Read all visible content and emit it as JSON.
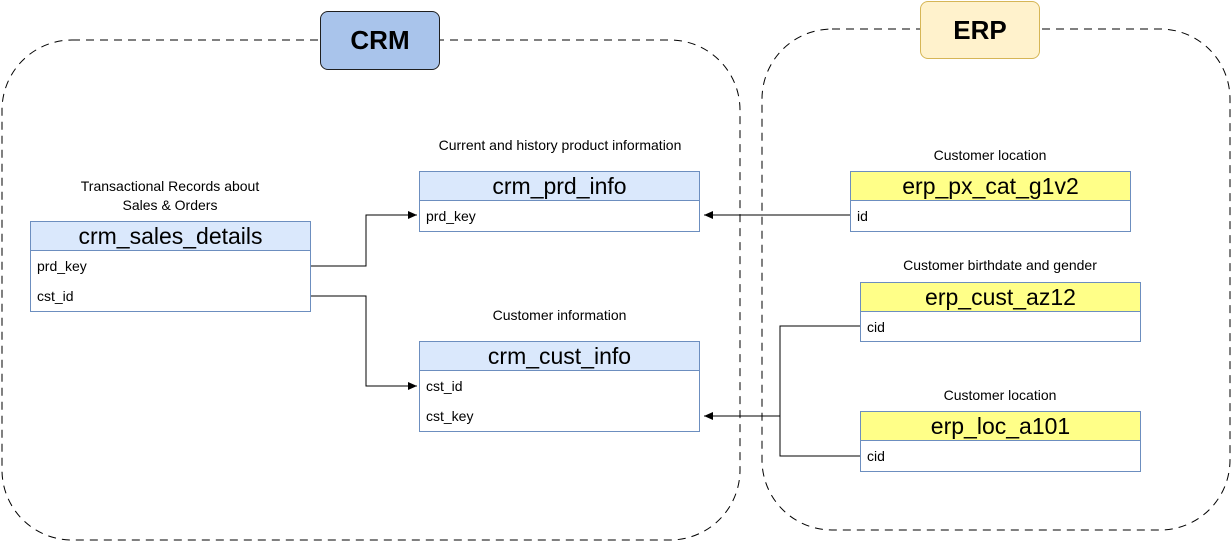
{
  "groups": {
    "crm": {
      "label": "CRM",
      "fill": "#a9c4eb"
    },
    "erp": {
      "label": "ERP",
      "fill": "#fff2cc"
    }
  },
  "tables": {
    "crm_sales_details": {
      "caption_line1": "Transactional Records about",
      "caption_line2": "Sales & Orders",
      "name": "crm_sales_details",
      "fields": [
        "prd_key",
        "cst_id"
      ]
    },
    "crm_prd_info": {
      "caption": "Current and history product information",
      "name": "crm_prd_info",
      "fields": [
        "prd_key"
      ]
    },
    "crm_cust_info": {
      "caption": "Customer information",
      "name": "crm_cust_info",
      "fields": [
        "cst_id",
        "cst_key"
      ]
    },
    "erp_px_cat_g1v2": {
      "caption": "Customer location",
      "name": "erp_px_cat_g1v2",
      "fields": [
        "id"
      ]
    },
    "erp_cust_az12": {
      "caption": "Customer birthdate and gender",
      "name": "erp_cust_az12",
      "fields": [
        "cid"
      ]
    },
    "erp_loc_a101": {
      "caption": "Customer location",
      "name": "erp_loc_a101",
      "fields": [
        "cid"
      ]
    }
  },
  "colors": {
    "crm_header": "#dae8fc",
    "erp_header": "#ffff88",
    "table_border": "#6c8ebf"
  }
}
